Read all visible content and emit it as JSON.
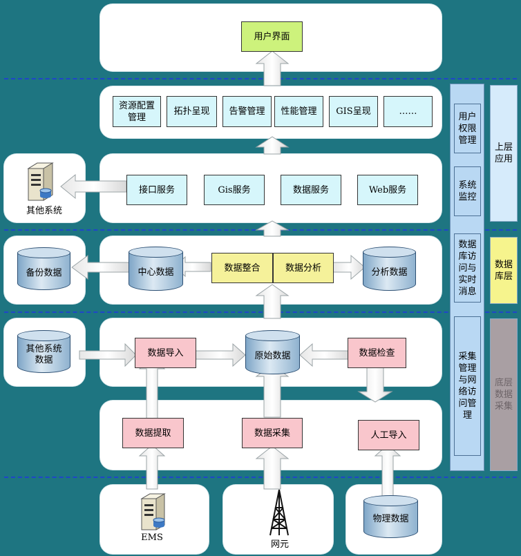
{
  "user_interface": "用户界面",
  "app_layer": [
    "资源配置管理",
    "拓扑呈现",
    "告警管理",
    "性能管理",
    "GIS呈现",
    "……"
  ],
  "service_layer": [
    "接口服务",
    "Gis服务",
    "数据服务",
    "Web服务"
  ],
  "other_system": "其他系统",
  "backup_data": "备份数据",
  "center_data": "中心数据",
  "data_integration": "数据整合",
  "data_analysis": "数据分析",
  "analysis_data": "分析数据",
  "other_system_data": "其他系统数据",
  "data_import": "数据导入",
  "raw_data": "原始数据",
  "data_check": "数据检查",
  "acquisition": [
    "数据提取",
    "数据采集",
    "人工导入"
  ],
  "sources": {
    "ems": "EMS",
    "ne": "网元",
    "physical": "物理数据"
  },
  "right_column": [
    "用户权限管理",
    "系统监控",
    "数据库访问与实时消息",
    "采集管理与网络访问管理"
  ],
  "layers": [
    "上层应用",
    "数据库层",
    "底层数据采集"
  ]
}
